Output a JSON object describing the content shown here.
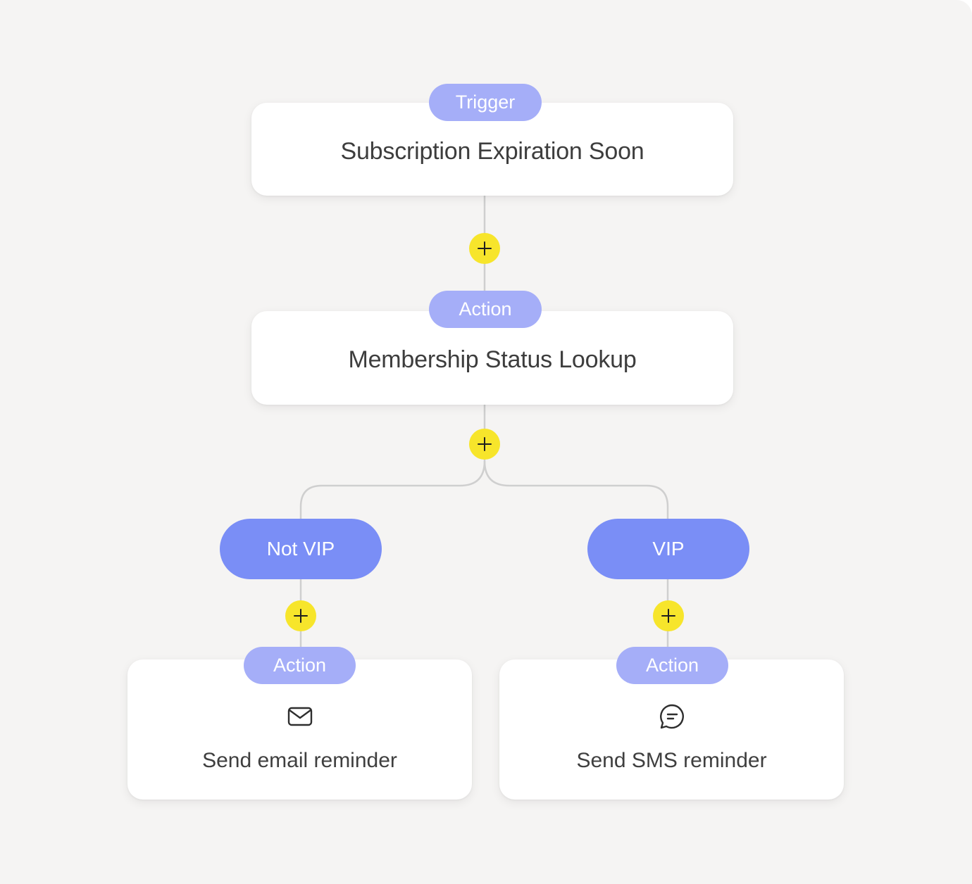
{
  "trigger": {
    "badge": "Trigger",
    "title": "Subscription Expiration Soon"
  },
  "lookup": {
    "badge": "Action",
    "title": "Membership Status Lookup"
  },
  "branches": {
    "left_label": "Not VIP",
    "right_label": "VIP"
  },
  "email_step": {
    "badge": "Action",
    "icon": "envelope-icon",
    "label": "Send email reminder"
  },
  "sms_step": {
    "badge": "Action",
    "icon": "chat-bubble-icon",
    "label": "Send SMS reminder"
  },
  "colors": {
    "canvas": "#f5f4f3",
    "card": "#ffffff",
    "badge": "#a5aef8",
    "branch": "#7a8ef6",
    "add_button": "#f7e52b",
    "connector": "#cfcfcf",
    "text": "#3d3d3d"
  }
}
